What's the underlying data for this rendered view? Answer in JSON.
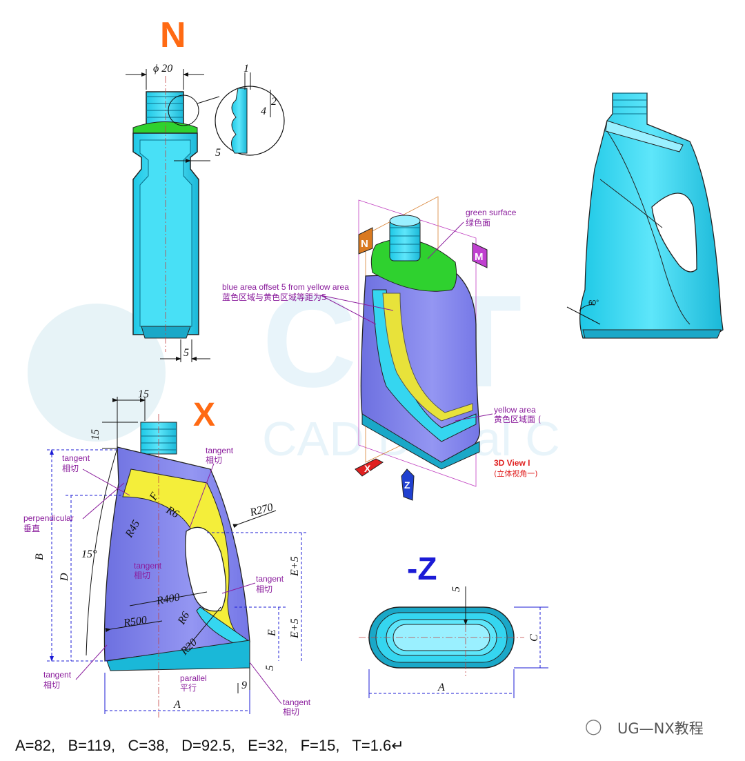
{
  "views": {
    "n_label": "N",
    "x_label": "X",
    "neg_z_label": "-Z"
  },
  "section_view": {
    "dia_label": "ϕ 20",
    "detail_dim_1": "1",
    "detail_dim_4": "4",
    "detail_dim_2": "2",
    "wall_dim": "5",
    "bottom_dim": "5"
  },
  "main_view": {
    "top_dim_15a": "15",
    "top_dim_15b": "15",
    "angle": "15°",
    "B": "B",
    "D": "D",
    "F": "F",
    "E": "E",
    "E5_top": "E+5",
    "E5_bottom": "E+5",
    "A": "A",
    "R270": "R270",
    "R400": "R400",
    "R500": "R500",
    "R45": "R45",
    "R6_top": "R6",
    "R6_bottom": "R6",
    "R20": "R20",
    "dim5": "5",
    "dim9": "9",
    "notes": {
      "tangent_en": "tangent",
      "tangent_cn": "相切",
      "perpendicular_en": "perpendicular",
      "perpendicular_cn": "垂直",
      "parallel_en": "parallel",
      "parallel_cn": "平行"
    }
  },
  "iso_view": {
    "green_en": "green surface",
    "green_cn": "绿色面",
    "blue_en": "blue area offset 5 from yellow area",
    "blue_cn": "蓝色区域与黄色区域等距为5",
    "yellow_en": "yellow area",
    "yellow_cn": "黄色区域面 (",
    "view_en": "3D View I",
    "view_cn": "(立体视角一)",
    "axis_n": "N",
    "axis_m": "M",
    "axis_x": "X",
    "axis_z": "Z"
  },
  "bottom_view": {
    "C": "C",
    "A": "A",
    "dim5": "5"
  },
  "right_view": {
    "angle": "60°"
  },
  "footer": {
    "params": "A=82,   B=119,   C=38,   D=92.5,   E=32,   F=15,   T=1.6↵",
    "watermark": "UG—NX教程"
  },
  "colors": {
    "cyan": "#35d6f0",
    "purple": "#8c8ef0",
    "yellow": "#f4ee3a",
    "green": "#2fd12f",
    "orange": "#ff6a13",
    "blue_dim": "#1b1bd6",
    "magenta": "#8a1c9c"
  }
}
